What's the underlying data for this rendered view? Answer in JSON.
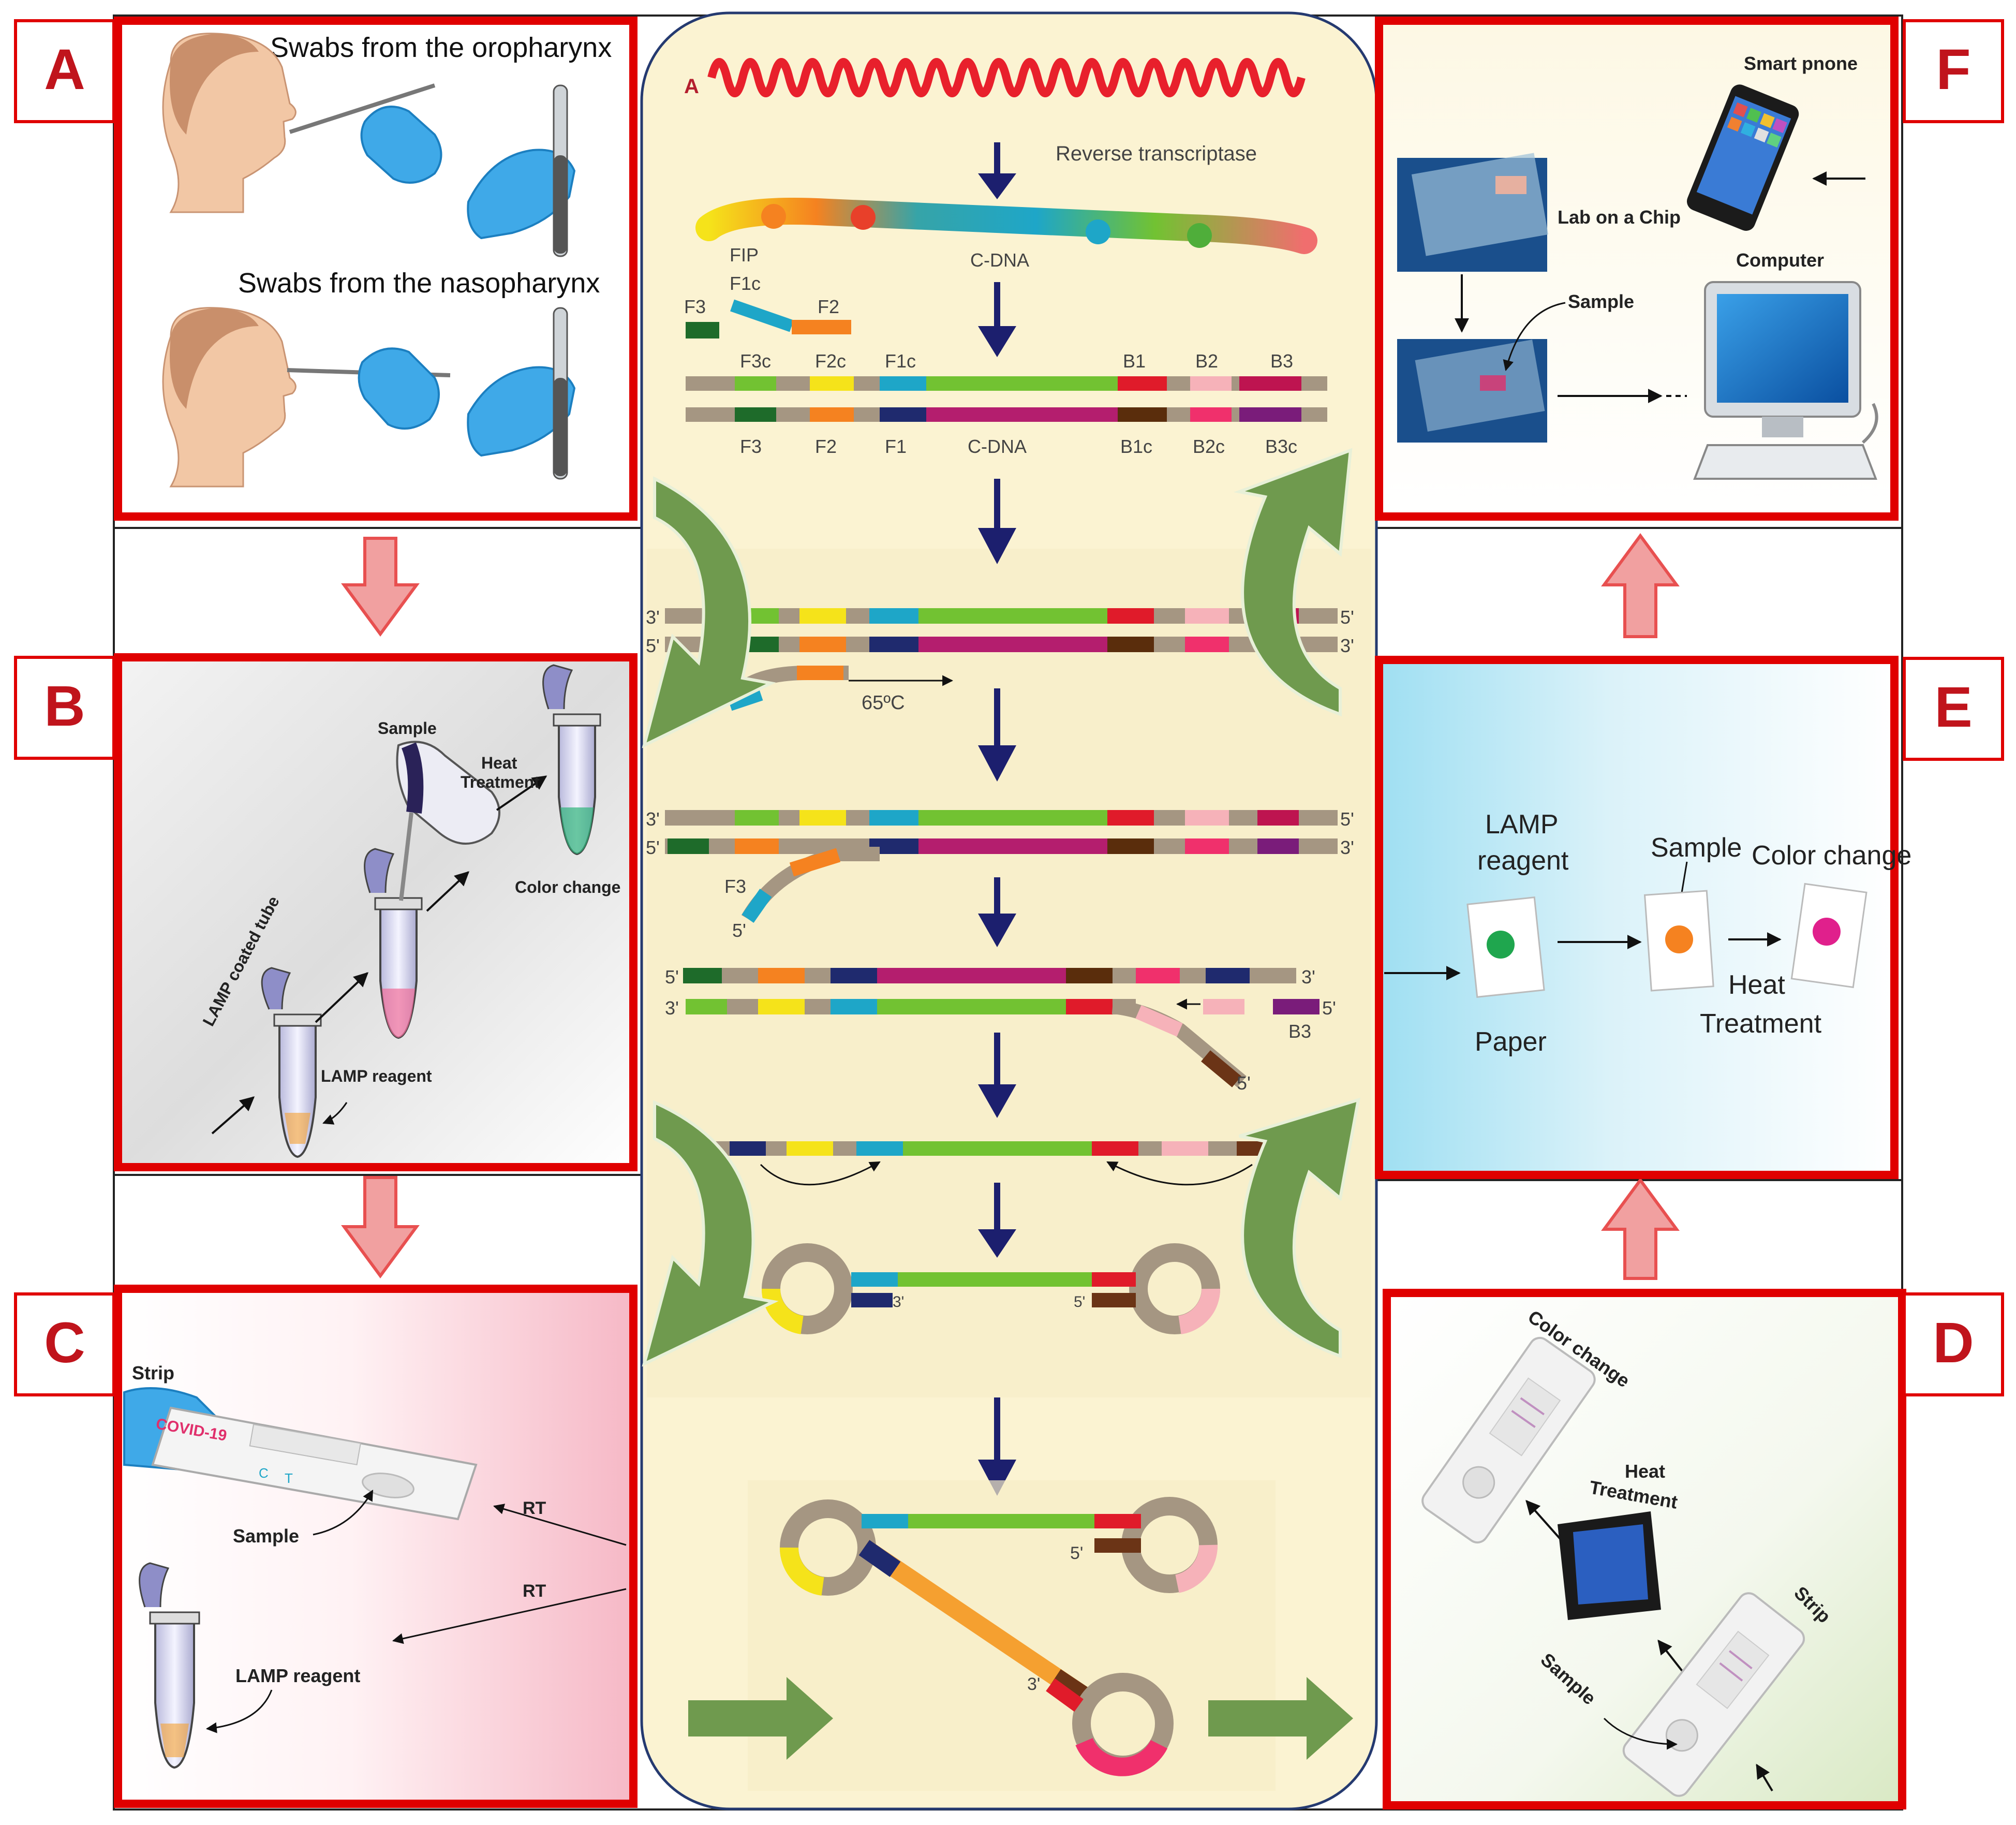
{
  "panels": {
    "A": {
      "letter": "A",
      "label_top": "Swabs from the oropharynx",
      "label_bottom": "Swabs from the nasopharynx"
    },
    "B": {
      "letter": "B",
      "sample": "Sample",
      "heat1": "Heat",
      "heat2": "Treatment",
      "color_change": "Color change",
      "lamp_tube": "LAMP coated tube",
      "lamp_reagent": "LAMP reagent"
    },
    "C": {
      "letter": "C",
      "strip": "Strip",
      "covid": "COVID-19",
      "c_mark": "C",
      "t_mark": "T",
      "sample": "Sample",
      "rt1": "RT",
      "rt2": "RT",
      "lamp_reagent": "LAMP reagent"
    },
    "D": {
      "letter": "D",
      "color_change": "Color change",
      "heat1": "Heat",
      "heat2": "Treatment",
      "strip": "Strip",
      "sample": "Sample"
    },
    "E": {
      "letter": "E",
      "lamp1": "LAMP",
      "lamp2": "reagent",
      "paper": "Paper",
      "sample": "Sample",
      "color_change": "Color change",
      "heat1": "Heat",
      "heat2": "Treatment"
    },
    "F": {
      "letter": "F",
      "smartphone": "Smart pnone",
      "lab_chip": "Lab on a Chip",
      "computer": "Computer",
      "sample": "Sample"
    }
  },
  "center": {
    "a_mark": "A",
    "reverse_transcriptase": "Reverse transcriptase",
    "fip": "FIP",
    "f1c_top": "F1c",
    "f2_top": "F2",
    "f3_top": "F3",
    "cdna_top": "C-DNA",
    "top_strand": [
      "F3c",
      "F2c",
      "F1c",
      "B1",
      "B2",
      "B3"
    ],
    "bottom_strand": [
      "F3",
      "F2",
      "F1",
      "C-DNA",
      "B1c",
      "B2c",
      "B3c"
    ],
    "temp": "65ºC",
    "prime3": "3'",
    "prime5": "5'",
    "f3_mid": "F3",
    "b3_mid": "B3"
  },
  "colors": {
    "panel_border": "#e00000",
    "letter": "#c0141c",
    "big_arrow": "#e85050",
    "green_arrow": "#6f9a4e",
    "navy_arrow": "#1c1f6e",
    "center_bg": "#fbf3d2",
    "strand": "#a59682",
    "f3": "#1e6b2a",
    "f2": "#f58220",
    "f2c": "#f5e31a",
    "f1": "#1f2a6e",
    "f1c": "#1ea6c8",
    "cdna_top": "#72c232",
    "cdna_bottom": "#b41e6e",
    "b1": "#e01b2a",
    "b1c": "#5a2d0c",
    "b2": "#f6b2b9",
    "b2c": "#f0306c",
    "b3": "#be1450",
    "b3c": "#7a1c7a"
  }
}
